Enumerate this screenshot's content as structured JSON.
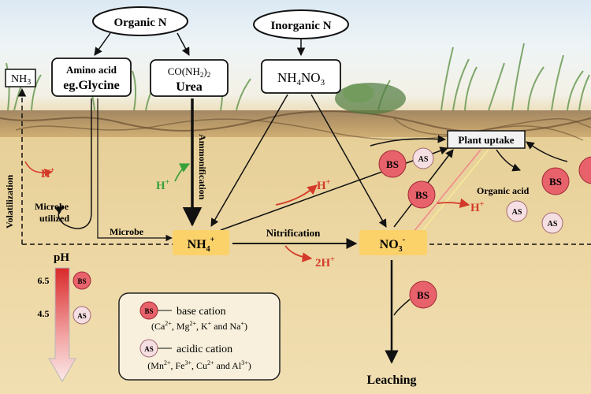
{
  "title_organic": "Organic N",
  "title_inorganic": "Inorganic N",
  "nodes": {
    "nh3": {
      "text": "NH",
      "sub": "3"
    },
    "amino_line1": "Amino acid",
    "amino_line2": "eg.Glycine",
    "urea_formula": {
      "a": "CO(NH",
      "b": "2",
      "c": ")",
      "d": "2"
    },
    "urea_name": "Urea",
    "nh4no3": {
      "a": "NH",
      "b": "4",
      "c": "NO",
      "d": "3"
    },
    "plant_uptake": "Plant uptake",
    "nh4": {
      "a": "NH",
      "b": "4",
      "c": "+"
    },
    "no3": {
      "a": "NO",
      "b": "3",
      "c": "-"
    }
  },
  "labels": {
    "volatilization": "Volatilization",
    "ammonification": "Ammonification",
    "microbe_utilized_1": "Microbe",
    "microbe_utilized_2": "utilized",
    "microbe": "Microbe",
    "nitrification": "Nitrification",
    "organic_acid": "Organic acid",
    "leaching": "Leaching",
    "hplus": "H",
    "plus": "+",
    "two_hplus": "2H"
  },
  "badges": {
    "bs": "BS",
    "as": "AS"
  },
  "ph": {
    "title": "pH",
    "high": "6.5",
    "low": "4.5"
  },
  "legend": {
    "base_label": "base cation",
    "base_detail": {
      "a": "(Ca",
      "a2": "2+",
      "b": ", Mg",
      "b2": "2+",
      "c": ", K",
      "c2": "+",
      "d": " and Na",
      "d2": "+",
      "e": ")"
    },
    "acid_label": "acidic cation",
    "acid_detail": {
      "a": "(Mn",
      "a2": "2+",
      "b": ", Fe",
      "b2": "3+",
      "c": ", Cu",
      "c2": "2+",
      "d": " and Al",
      "d2": "3+",
      "e": ")"
    }
  },
  "colors": {
    "bs_fill": "#e8626b",
    "as_fill": "#f6dfe3",
    "node_fill": "#fbd16a",
    "hplus_red": "#d43a2a",
    "hplus_green": "#3aa13a",
    "uptake_line_red": "#f08a8a",
    "uptake_line_yellow": "#f6ea9a"
  }
}
